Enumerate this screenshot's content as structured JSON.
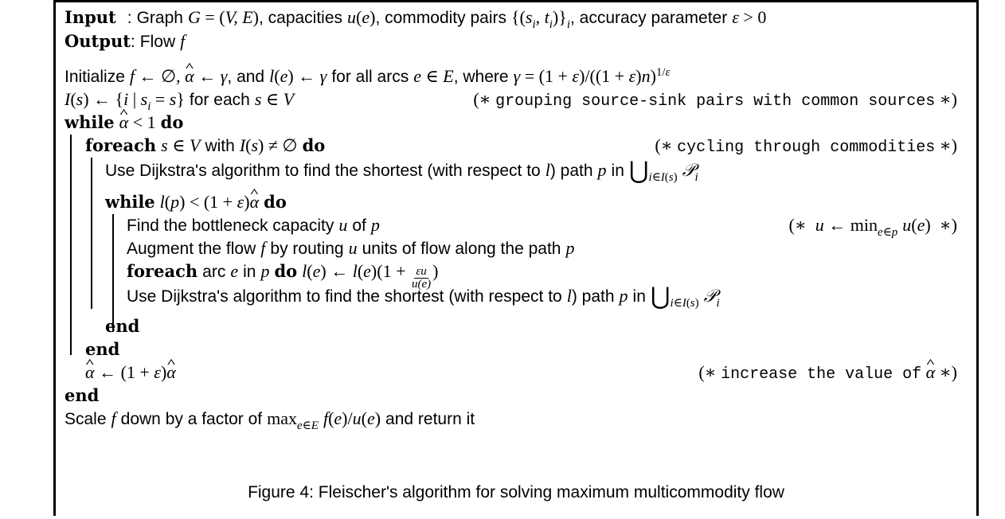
{
  "algorithm": {
    "input_kw": "Input",
    "input_sep": ":",
    "input_text1": "Graph",
    "input_text2": ", capacities",
    "input_text3": ", commodity pairs",
    "input_text4": ", accuracy parameter",
    "output_kw": "Output",
    "output_sep": ":",
    "output_text": "Flow",
    "init_text1": "Initialize",
    "init_text2": ", and",
    "init_text3": "for all arcs",
    "init_text4": ", where",
    "group_text": "for each",
    "group_comment": "grouping source-sink pairs with common sources",
    "while_kw": "while",
    "do_kw": "do",
    "foreach_kw": "foreach",
    "with_text": "with",
    "cycle_comment": "cycling through commodities",
    "dijkstra_text1": "Use Dijkstra's algorithm to find the shortest (with respect to",
    "dijkstra_text2": ") path",
    "dijkstra_text3": "in",
    "bottleneck_text1": "Find the bottleneck capacity",
    "bottleneck_text2": "of",
    "augment_text1": "Augment the flow",
    "augment_text2": "by routing",
    "augment_text3": "units of flow along the path",
    "arc_text": "arc",
    "end_kw": "end",
    "increase_comment": "increase the value of",
    "scale_text1": "Scale",
    "scale_text2": "down by a factor of",
    "scale_text3": "and return it"
  },
  "caption": "Figure 4: Fleischer's algorithm for solving maximum multicommodity flow"
}
